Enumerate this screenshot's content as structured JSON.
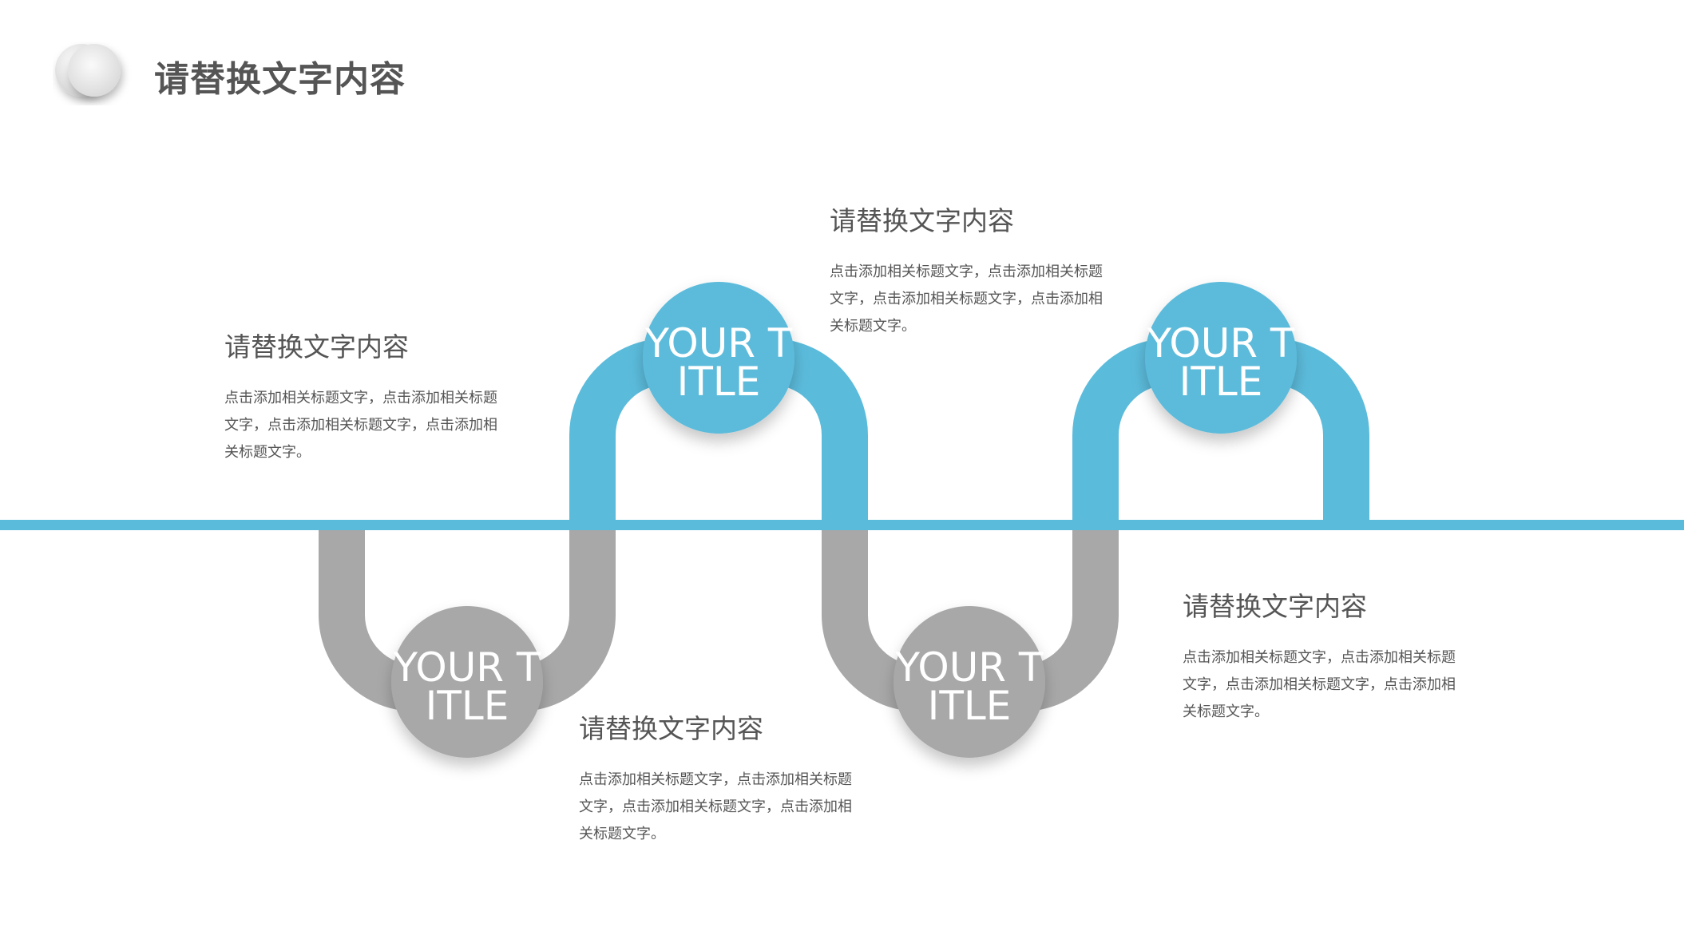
{
  "page": {
    "title": "请替换文字内容"
  },
  "colors": {
    "blue": "#5bbbdb",
    "gray": "#a8a8a8",
    "text": "#555555"
  },
  "nodes": [
    {
      "label": "YOUR TITLE",
      "position": "above-axis",
      "color": "blue"
    },
    {
      "label": "YOUR TITLE",
      "position": "above-axis",
      "color": "blue"
    },
    {
      "label": "YOUR TITLE",
      "position": "below-axis",
      "color": "gray"
    },
    {
      "label": "YOUR TITLE",
      "position": "below-axis",
      "color": "gray"
    }
  ],
  "blocks": [
    {
      "heading": "请替换文字内容",
      "body": "点击添加相关标题文字，点击添加相关标题文字，点击添加相关标题文字，点击添加相关标题文字。"
    },
    {
      "heading": "请替换文字内容",
      "body": "点击添加相关标题文字，点击添加相关标题文字，点击添加相关标题文字，点击添加相关标题文字。"
    },
    {
      "heading": "请替换文字内容",
      "body": "点击添加相关标题文字，点击添加相关标题文字，点击添加相关标题文字，点击添加相关标题文字。"
    },
    {
      "heading": "请替换文字内容",
      "body": "点击添加相关标题文字，点击添加相关标题文字，点击添加相关标题文字，点击添加相关标题文字。"
    }
  ]
}
